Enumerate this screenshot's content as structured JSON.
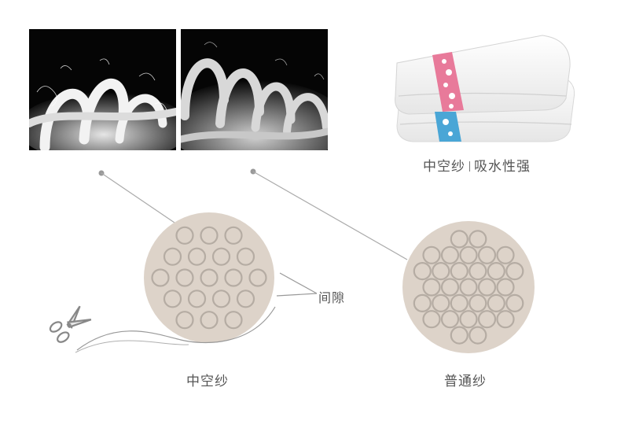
{
  "towel_caption": {
    "hollow": "中空纱",
    "absorbent": "吸水性强"
  },
  "labels": {
    "gap": "间隙",
    "hollow_yarn": "中空纱",
    "normal_yarn": "普通纱"
  },
  "colors": {
    "fiber_fill": "#ddd3c9",
    "fiber_circle_stroke": "#b5aca3",
    "connector_line": "#aaaaaa",
    "text": "#555555",
    "photo_background": "#050505",
    "towel_pink": "#e87a9a",
    "towel_blue": "#4aa6d6"
  },
  "icons": {
    "scissors": "scissors-icon"
  }
}
